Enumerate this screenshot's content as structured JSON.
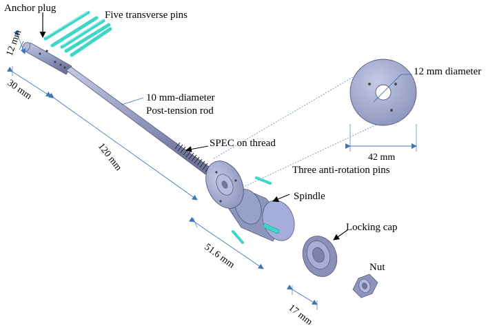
{
  "labels": {
    "anchor_plug": "Anchor plug",
    "five_pins": "Five transverse pins",
    "rod_line1": "10 mm-diameter",
    "rod_line2": "Post-tension rod",
    "spec_thread": "SPEC on thread",
    "anti_rotation": "Three anti-rotation pins",
    "spindle": "Spindle",
    "locking_cap": "Locking cap",
    "nut": "Nut",
    "hole_diameter": "12 mm diameter"
  },
  "dimensions": {
    "plug_width": "12 mm",
    "plug_length": "30 mm",
    "rod_length": "120 mm",
    "flange_length": "51.6 mm",
    "cap_length": "17 mm",
    "disk_diameter": "42 mm"
  },
  "colors": {
    "part_fill": "#9aa1c6",
    "part_shade": "#7c82ab",
    "part_light": "#c3c8e3",
    "pin_color": "#3fd6c8",
    "dim_line": "#3f76b8",
    "dotted": "#6b8fc8"
  }
}
